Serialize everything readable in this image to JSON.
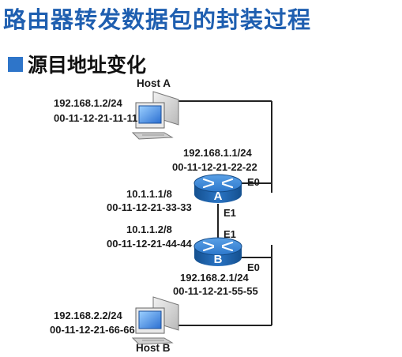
{
  "title": "路由器转发数据包的封装过程",
  "section": "源目地址变化",
  "host_a": {
    "name": "Host A",
    "ip": "192.168.1.2/24",
    "mac": "00-11-12-21-11-11"
  },
  "router_a": {
    "label": "A",
    "e0": {
      "name": "E0",
      "ip": "192.168.1.1/24",
      "mac": "00-11-12-21-22-22"
    },
    "e1": {
      "name": "E1",
      "ip": "10.1.1.1/8",
      "mac": "00-11-12-21-33-33"
    }
  },
  "router_b": {
    "label": "B",
    "e1": {
      "name": "E1",
      "ip": "10.1.1.2/8",
      "mac": "00-11-12-21-44-44"
    },
    "e0": {
      "name": "E0",
      "ip": "192.168.2.1/24",
      "mac": "00-11-12-21-55-55"
    }
  },
  "host_b": {
    "name": "Host B",
    "ip": "192.168.2.2/24",
    "mac": "00-11-12-21-66-66"
  },
  "colors": {
    "title": "#1f5fb0",
    "bullet": "#2e75c9",
    "router": "#1d63b8",
    "line": "#222222"
  }
}
